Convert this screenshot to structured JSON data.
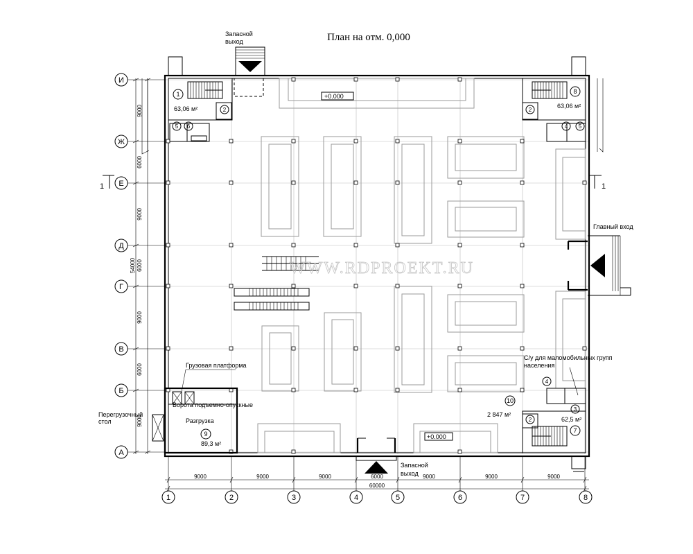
{
  "title": "План на отм. 0,000",
  "labels": {
    "emergency_exit_top": [
      "Запасной",
      "выход"
    ],
    "emergency_exit_bottom": [
      "Запасной",
      "выход"
    ],
    "main_entrance": "Главный вход",
    "cargo_platform": "Грузовая платформа",
    "lift_gate": "Ворота подъемно-опускные",
    "reload_table": [
      "Перегрузочный",
      "стол"
    ],
    "accessible_wc": [
      "С/у для маломобильных групп",
      "населения"
    ],
    "unloading": "Разгрузка",
    "level_top": "+0.000",
    "level_bottom": "+0.000",
    "watermark": "WWW.RDPROEKT.RU",
    "section": "1"
  },
  "rooms": [
    {
      "num": "1",
      "area": "63,06 м²"
    },
    {
      "num": "8",
      "area": "63,06 м²"
    },
    {
      "num": "9",
      "area": "89,3 м²"
    },
    {
      "num": "10",
      "area": "2 847 м²"
    },
    {
      "num": "7",
      "area": "62,5 м²"
    }
  ],
  "room_marks": [
    "2",
    "2",
    "2",
    "5",
    "6",
    "4",
    "5",
    "4",
    "3"
  ],
  "axes_rows": [
    "И",
    "Ж",
    "Е",
    "Д",
    "Г",
    "В",
    "Б",
    "А"
  ],
  "axes_cols": [
    "1",
    "2",
    "3",
    "4",
    "5",
    "6",
    "7",
    "8"
  ],
  "dims_left": [
    "9000",
    "6000",
    "9000",
    "6000",
    "9000",
    "6000",
    "9000"
  ],
  "dim_left_total": "54000",
  "dims_bottom": [
    "9000",
    "9000",
    "9000",
    "6000",
    "9000",
    "9000",
    "9000"
  ],
  "dim_bottom_total": "60000"
}
